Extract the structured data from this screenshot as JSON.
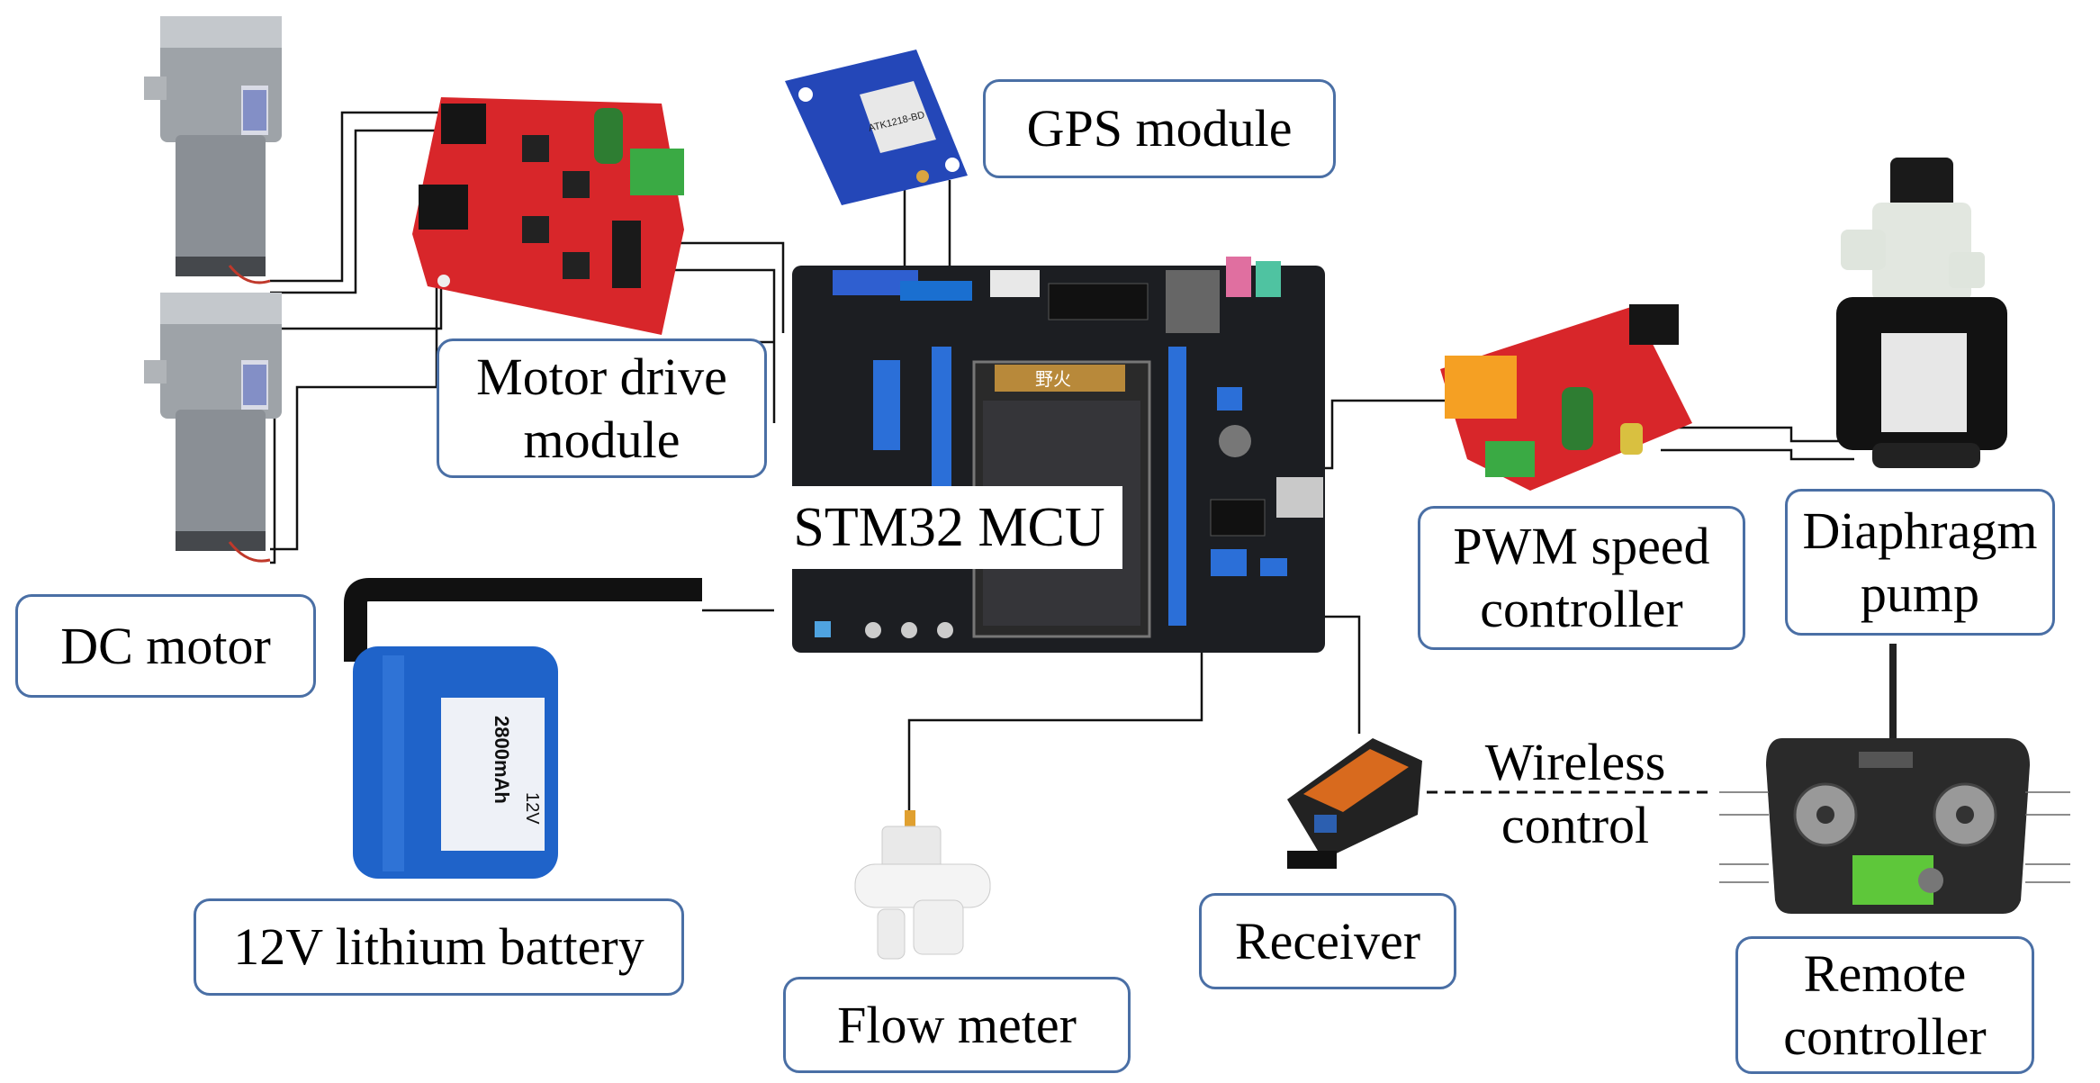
{
  "labels": {
    "gps": "GPS module",
    "motor_drive": "Motor drive\nmodule",
    "mcu": "STM32 MCU",
    "dc_motor": "DC motor",
    "battery": "12V lithium battery",
    "flow_meter": "Flow meter",
    "receiver": "Receiver",
    "wireless": "Wireless\ncontrol",
    "pwm": "PWM speed\ncontroller",
    "pump": "Diaphragm\npump",
    "remote": "Remote\ncontroller"
  },
  "device_prints": {
    "battery_capacity": "2800mAh",
    "battery_voltage": "12V",
    "board_logo": "野火",
    "gps_chip": "ATK1218-BD"
  },
  "colors": {
    "box_border": "#4a6fa5",
    "wire": "#111111",
    "board_red": "#d8262a",
    "mcu_board": "#1c1e22",
    "battery_blue": "#1f63c9",
    "gps_blue": "#2447b8"
  }
}
